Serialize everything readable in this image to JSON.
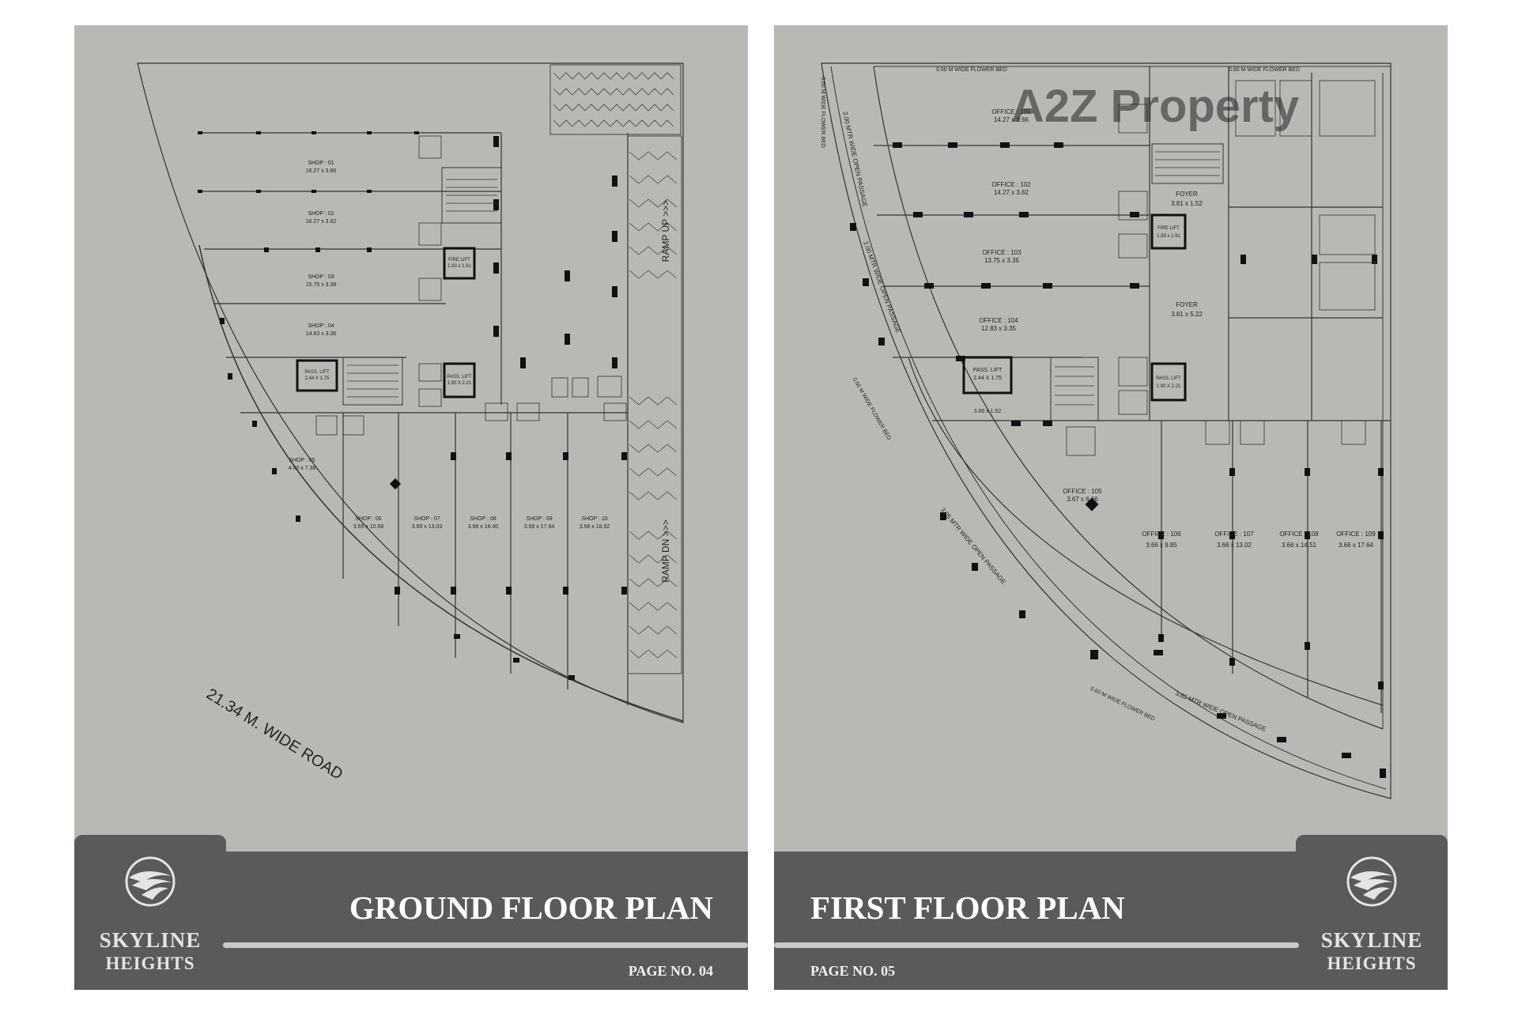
{
  "brand": {
    "line1": "SKYLINE",
    "line2": "HEIGHTS"
  },
  "watermark": "A2Z Property",
  "left_page": {
    "title": "GROUND FLOOR PLAN",
    "page_no": "PAGE NO. 04",
    "road_label": "21.34 M. WIDE ROAD",
    "ramp_up": "RAMP UP >>>",
    "ramp_dn": "RAMP DN >>>",
    "shops": [
      {
        "name": "SHOP : 01",
        "size": "16.27 x 3.66"
      },
      {
        "name": "SHOP : 02",
        "size": "16.27 x 3.62"
      },
      {
        "name": "SHOP : 03",
        "size": "15.75 x 3.38"
      },
      {
        "name": "SHOP : 04",
        "size": "14.83 x 3.36"
      },
      {
        "name": "SHOP : 05",
        "size": "4.00 x 7.36"
      },
      {
        "name": "SHOP : 06",
        "size": "3.65 x 10.68"
      },
      {
        "name": "SHOP : 07",
        "size": "3.65 x 13.03"
      },
      {
        "name": "SHOP : 08",
        "size": "3.66 x 16.40"
      },
      {
        "name": "SHOP : 09",
        "size": "3.66 x 17.64"
      },
      {
        "name": "SHOP : 10",
        "size": "3.66 x 18.92"
      }
    ],
    "fire_lift": {
      "name": "FIRE LIFT",
      "size": "1.93 x 1.91"
    },
    "pass_lift_1": {
      "name": "PASS. LIFT",
      "size": "2.44 X 1.75"
    },
    "pass_lift_2": {
      "name": "PASS. LIFT",
      "size": "1.90 X 2.21"
    }
  },
  "right_page": {
    "title": "FIRST FLOOR PLAN",
    "page_no": "PAGE NO. 05",
    "offices": [
      {
        "name": "OFFICE : 101",
        "size": "14.27 x 3.66"
      },
      {
        "name": "OFFICE : 102",
        "size": "14.27 x 3.62"
      },
      {
        "name": "OFFICE : 103",
        "size": "13.75 x 3.35"
      },
      {
        "name": "OFFICE : 104",
        "size": "12.83 x 3.35"
      },
      {
        "name": "OFFICE : 105",
        "size": "3.67 x 6.66"
      },
      {
        "name": "OFFICE : 106",
        "size": "3.66 x 9.85"
      },
      {
        "name": "OFFICE : 107",
        "size": "3.66 x 13.02"
      },
      {
        "name": "OFFICE : 108",
        "size": "3.66 x 14.51"
      },
      {
        "name": "OFFICE : 109",
        "size": "3.66 x 17.64"
      }
    ],
    "foyer_1": {
      "name": "FOYER",
      "size": "3.81 x 1.52"
    },
    "foyer_2": {
      "name": "FOYER",
      "size": "3.81 x 5.22"
    },
    "fire_lift": {
      "name": "FIRE LIFT",
      "size": "1.93 x 1.91"
    },
    "pass_lift_1": {
      "name": "PASS. LIFT",
      "size": "2.44 X 1.75"
    },
    "pass_lift_2": {
      "name": "PASS. LIFT",
      "size": "1.90 X 2.21"
    },
    "corridor_size": "3.66 x 1.52",
    "flower_bed_top_1": "0.60 M WIDE FLOWER BED",
    "flower_bed_top_2": "0.60 M WIDE FLOWER BED",
    "open_passage_1": "2.00 MTR WIDE OPEN PASSAGE",
    "open_passage_2": "2.00 MTR WIDE OPEN PASSAGE",
    "open_passage_3": "3.05 MTR WIDE OPEN PASSAGE",
    "open_passage_4": "3.05 MTR WIDE OPEN PASSAGE",
    "flower_bed_side_1": "0.60 M WIDE FLOWER BED",
    "flower_bed_side_2": "0.60 M WIDE FLOWER BED",
    "flower_bed_bottom": "0.60 M WIDE FLOWER BED"
  }
}
